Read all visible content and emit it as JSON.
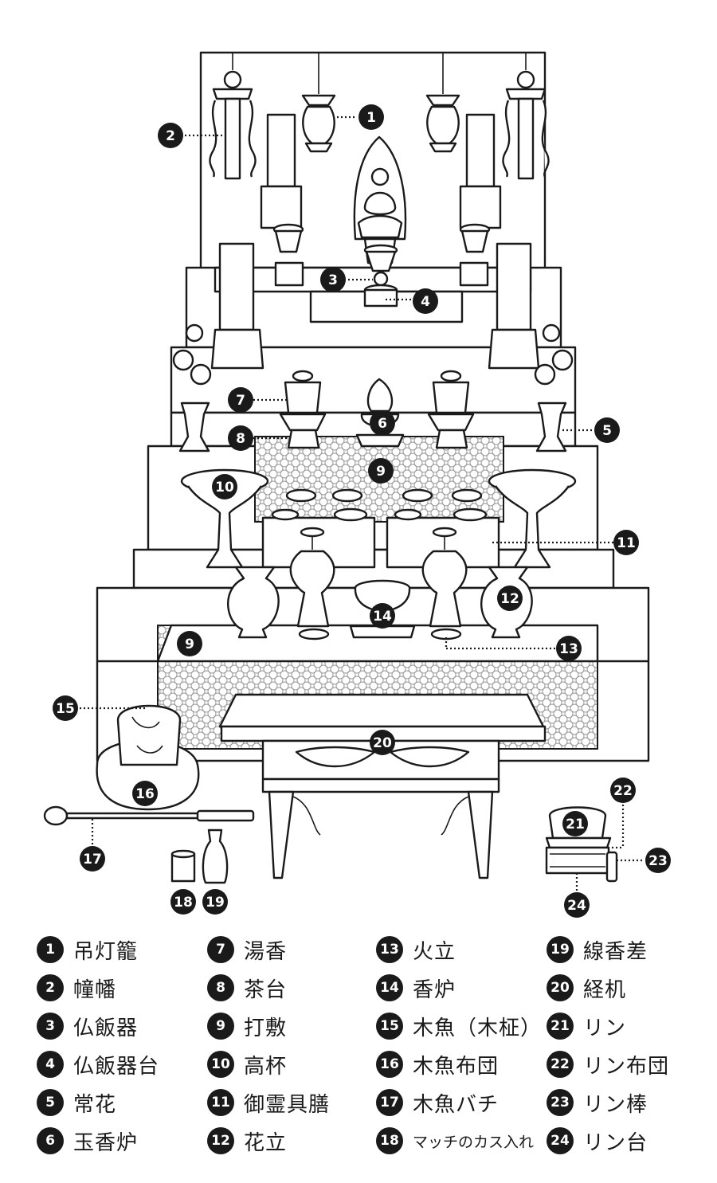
{
  "legend": [
    {
      "num": "1",
      "label": "吊灯籠"
    },
    {
      "num": "2",
      "label": "幢幡"
    },
    {
      "num": "3",
      "label": "仏飯器"
    },
    {
      "num": "4",
      "label": "仏飯器台"
    },
    {
      "num": "5",
      "label": "常花"
    },
    {
      "num": "6",
      "label": "玉香炉"
    },
    {
      "num": "7",
      "label": "湯香"
    },
    {
      "num": "8",
      "label": "茶台"
    },
    {
      "num": "9",
      "label": "打敷"
    },
    {
      "num": "10",
      "label": "高杯"
    },
    {
      "num": "11",
      "label": "御霊具膳"
    },
    {
      "num": "12",
      "label": "花立"
    },
    {
      "num": "13",
      "label": "火立"
    },
    {
      "num": "14",
      "label": "香炉"
    },
    {
      "num": "15",
      "label": "木魚（木柾）"
    },
    {
      "num": "16",
      "label": "木魚布団"
    },
    {
      "num": "17",
      "label": "木魚バチ"
    },
    {
      "num": "18",
      "label": "マッチのカス入れ"
    },
    {
      "num": "19",
      "label": "線香差"
    },
    {
      "num": "20",
      "label": "経机"
    },
    {
      "num": "21",
      "label": "リン"
    },
    {
      "num": "22",
      "label": "リン布団"
    },
    {
      "num": "23",
      "label": "リン棒"
    },
    {
      "num": "24",
      "label": "リン台"
    }
  ],
  "callouts": [
    "1",
    "2",
    "3",
    "4",
    "5",
    "6",
    "7",
    "8",
    "9",
    "9",
    "10",
    "11",
    "12",
    "13",
    "14",
    "15",
    "16",
    "17",
    "18",
    "19",
    "20",
    "21",
    "22",
    "23",
    "24"
  ]
}
